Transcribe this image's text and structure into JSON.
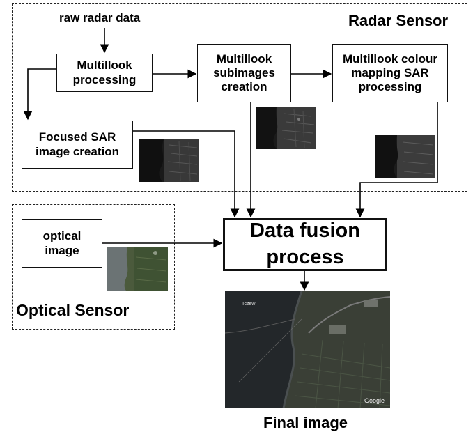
{
  "input_label": "raw radar data",
  "radar_group": {
    "title": "Radar Sensor"
  },
  "optical_group": {
    "title": "Optical Sensor"
  },
  "boxes": {
    "multillook_processing": "Multillook\nprocessing",
    "subimages_creation": "Multillook\nsubimages\ncreation",
    "colour_mapping": "Multillook colour\nmapping SAR\nprocessing",
    "focused_sar": "Focused SAR\nimage creation",
    "optical_image": "optical\nimage",
    "fusion": "Data fusion\nprocess"
  },
  "output_label": "Final image",
  "final_image_overlay": {
    "place": "Tczew",
    "brand": "Google"
  }
}
